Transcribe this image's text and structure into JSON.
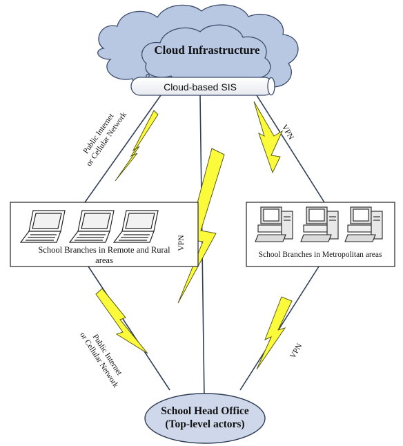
{
  "cloud": {
    "title": "Cloud Infrastructure"
  },
  "sis": {
    "label": "Cloud-based SIS"
  },
  "remote": {
    "label_line1": "School Branches in Remote and Rural",
    "label_line2": "areas"
  },
  "metro": {
    "label": "School Branches in Metropolitan areas"
  },
  "head_office": {
    "line1": "School Head Office",
    "line2": "(Top-level actors)"
  },
  "links": {
    "cloud_remote_line1": "Public Internet",
    "cloud_remote_line2": "or Cellular Network",
    "cloud_metro": "VPN",
    "cloud_head": "VPN",
    "remote_head_line1": "Public Internet",
    "remote_head_line2": "or Cellular Network",
    "metro_head": "VPN"
  },
  "colors": {
    "cloud_fill": "#b9c8e2",
    "cloud_stroke": "#3b4a6b",
    "bolt_fill": "#fbfb3c",
    "ellipse_fill": "#cfd8ea",
    "line": "#2f3d55"
  }
}
